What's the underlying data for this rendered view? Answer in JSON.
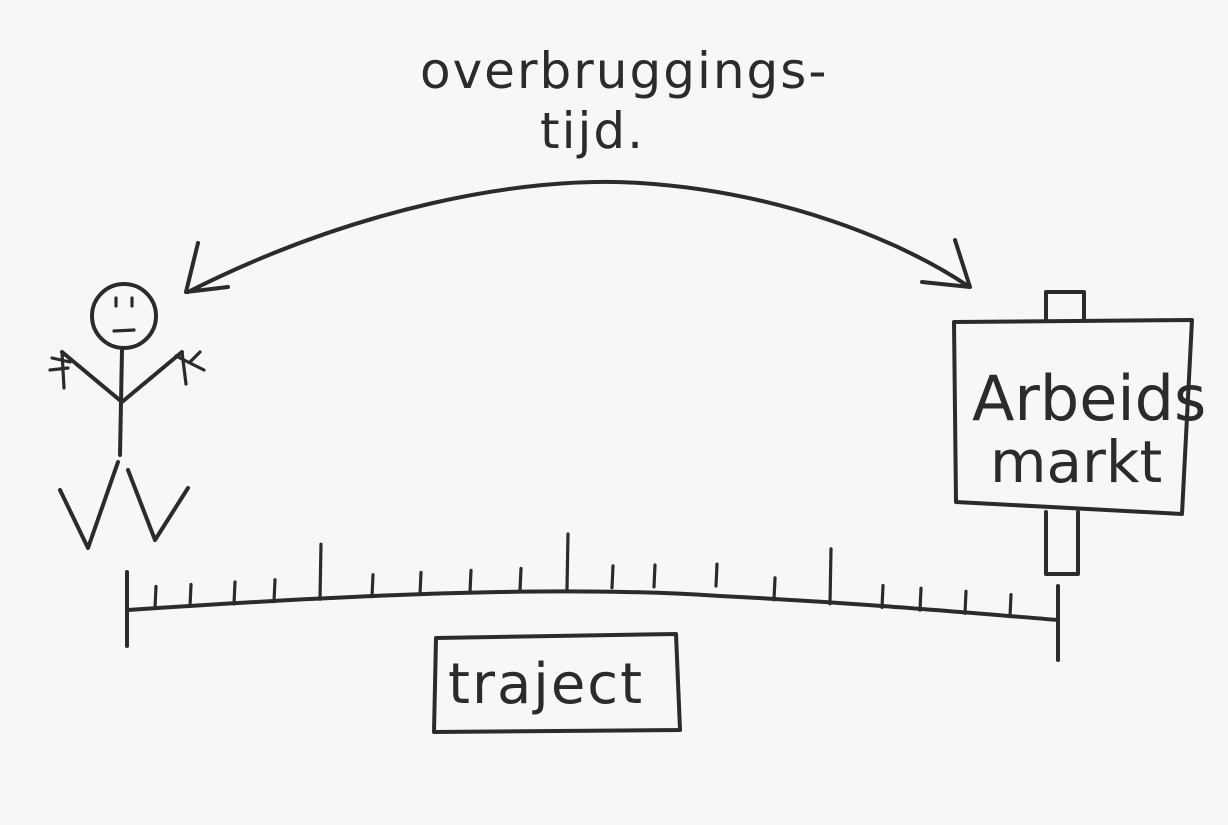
{
  "diagram": {
    "arrow_label_line1": "overbruggings-",
    "arrow_label_line2": "tijd.",
    "sign_line1": "Arbeids",
    "sign_line2": "markt",
    "track_label": "traject"
  }
}
